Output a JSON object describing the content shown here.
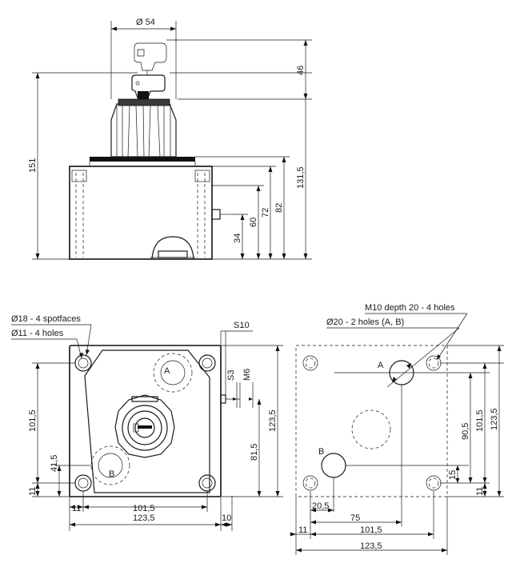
{
  "front_view": {
    "dim_diameter": "Ø 54",
    "dim_46": "46",
    "dim_151": "151",
    "dim_131_5": "131,5",
    "dim_82": "82",
    "dim_72": "72",
    "dim_60": "60",
    "dim_34": "34"
  },
  "top_view": {
    "note_spotfaces": "Ø18  - 4 spotfaces",
    "note_holes": "Ø11  - 4 holes",
    "label_s10": "S10",
    "label_s3": "S3",
    "label_m6": "M6",
    "port_a": "A",
    "port_b": "B",
    "dim_101_5_v": "101,5",
    "dim_41_5": "41,5",
    "dim_11_v": "11",
    "dim_123_5_v": "123,5",
    "dim_81_5": "81,5",
    "dim_11_h": "11",
    "dim_101_5_h": "101,5",
    "dim_123_5_h": "123,5",
    "dim_10": "10"
  },
  "mounting_view": {
    "note_m10": "M10 depth 20 - 4 holes",
    "note_ports": "Ø20 - 2 holes (A, B)",
    "port_a": "A",
    "port_b": "B",
    "dim_90_5": "90,5",
    "dim_101_5_v": "101,5",
    "dim_123_5_v": "123,5",
    "dim_15": "15",
    "dim_11_v": "11",
    "dim_20_5": "20,5",
    "dim_75": "75",
    "dim_11_h": "11",
    "dim_101_5_h": "101,5",
    "dim_123_5_h": "123,5"
  }
}
